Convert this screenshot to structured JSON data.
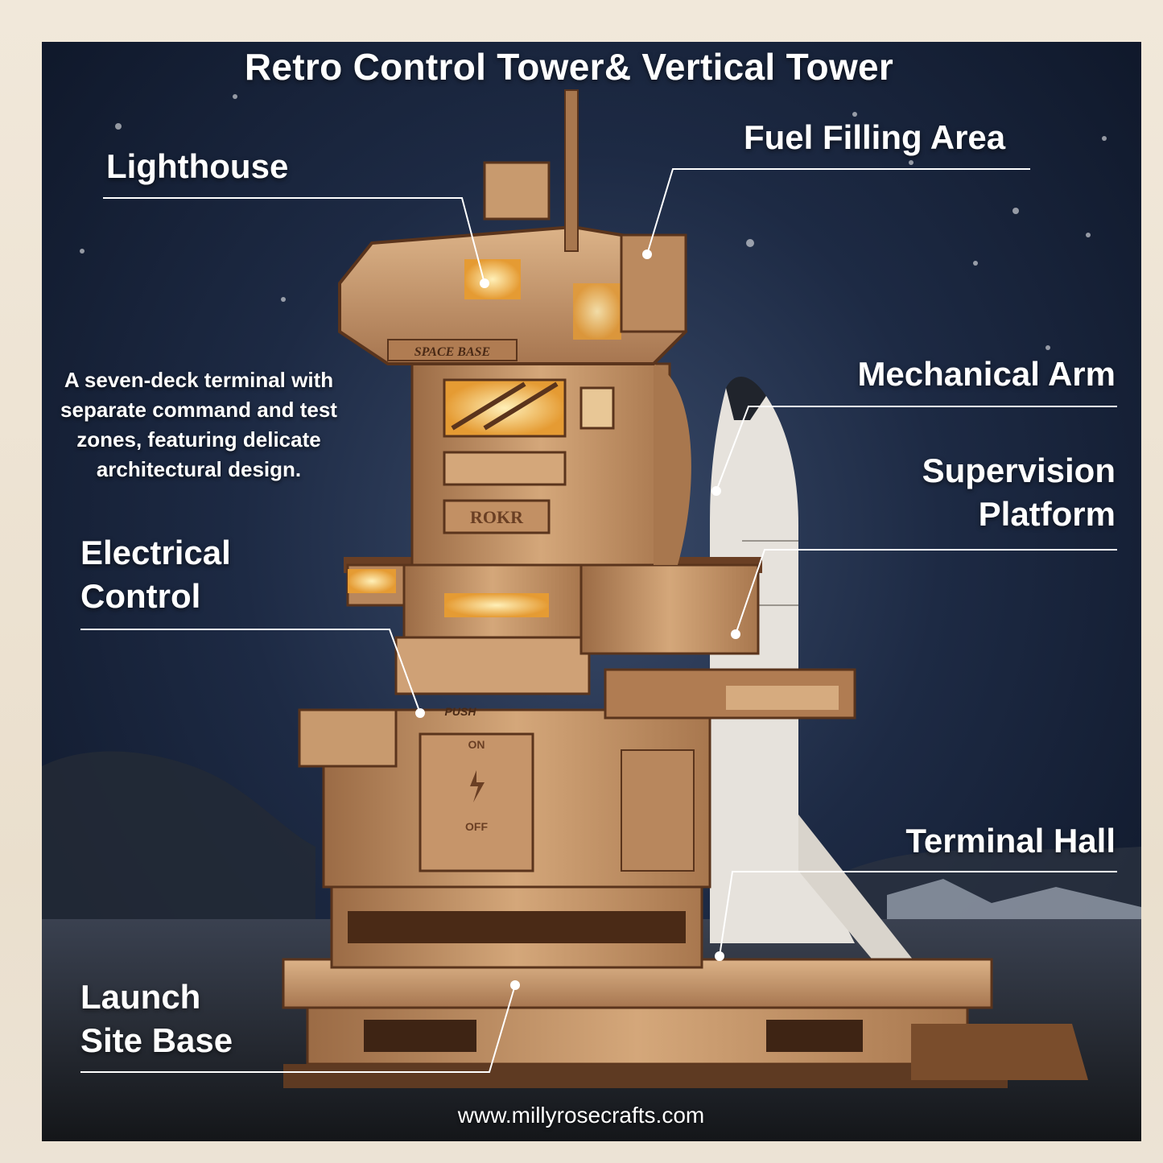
{
  "title": "Retro Control Tower& Vertical Tower",
  "description": "A seven-deck terminal with separate command and test zones, featuring delicate architectural design.",
  "labels": {
    "lighthouse": "Lighthouse",
    "fuel_filling_area": "Fuel Filling Area",
    "mechanical_arm": "Mechanical Arm",
    "supervision_platform_line1": "Supervision",
    "supervision_platform_line2": "Platform",
    "electrical_control_line1": "Electrical",
    "electrical_control_line2": "Control",
    "terminal_hall": "Terminal Hall",
    "launch_site_base_line1": "Launch",
    "launch_site_base_line2": "Site Base"
  },
  "model_markings": {
    "sign_space_base": "SPACE BASE",
    "sign_brand": "ROKR",
    "button_push": "PUSH",
    "switch_on": "ON",
    "switch_off": "OFF"
  },
  "footer": {
    "website": "www.millyrosecrafts.com"
  },
  "colors": {
    "frame": "#efe6d8",
    "sky_dark": "#0d1526",
    "sky_mid": "#2a3a5a",
    "wood": "#c89a6e",
    "wood_dark": "#6a3f24",
    "glow": "#ffc866",
    "text": "#ffffff"
  }
}
